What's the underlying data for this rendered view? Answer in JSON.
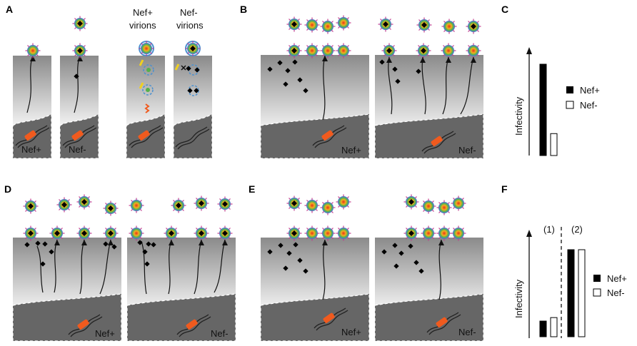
{
  "panels": {
    "A": "A",
    "B": "B",
    "C": "C",
    "D": "D",
    "E": "E",
    "F": "F"
  },
  "labels": {
    "nef_plus": "Nef+",
    "nef_minus": "Nef-"
  },
  "panel_a_headers": {
    "nef_plus_line1": "Nef+",
    "nef_plus_line2": "virions",
    "nef_minus_line1": "Nef-",
    "nef_minus_line2": "virions"
  },
  "axis": {
    "ylabel": "Infectivity"
  },
  "panel_f_groups": {
    "g1": "(1)",
    "g2": "(2)"
  },
  "legend": {
    "nef_plus": "Nef+",
    "nef_minus": "Nef-"
  },
  "chart_data": [
    {
      "type": "bar",
      "panel": "C",
      "ylabel": "Infectivity",
      "series": [
        {
          "name": "Nef+",
          "values": [
            1.0
          ]
        },
        {
          "name": "Nef-",
          "values": [
            0.24
          ]
        }
      ]
    },
    {
      "type": "bar",
      "panel": "F",
      "ylabel": "Infectivity",
      "categories": [
        "(1)",
        "(2)"
      ],
      "series": [
        {
          "name": "Nef+",
          "values": [
            0.18,
            1.0
          ]
        },
        {
          "name": "Nef-",
          "values": [
            0.22,
            1.0
          ]
        }
      ]
    }
  ],
  "colors": {
    "nef_plus_fill": "#000000",
    "nef_minus_fill": "#ffffff",
    "dna_insert": "#f05a1e",
    "cell_dark": "#666666"
  }
}
